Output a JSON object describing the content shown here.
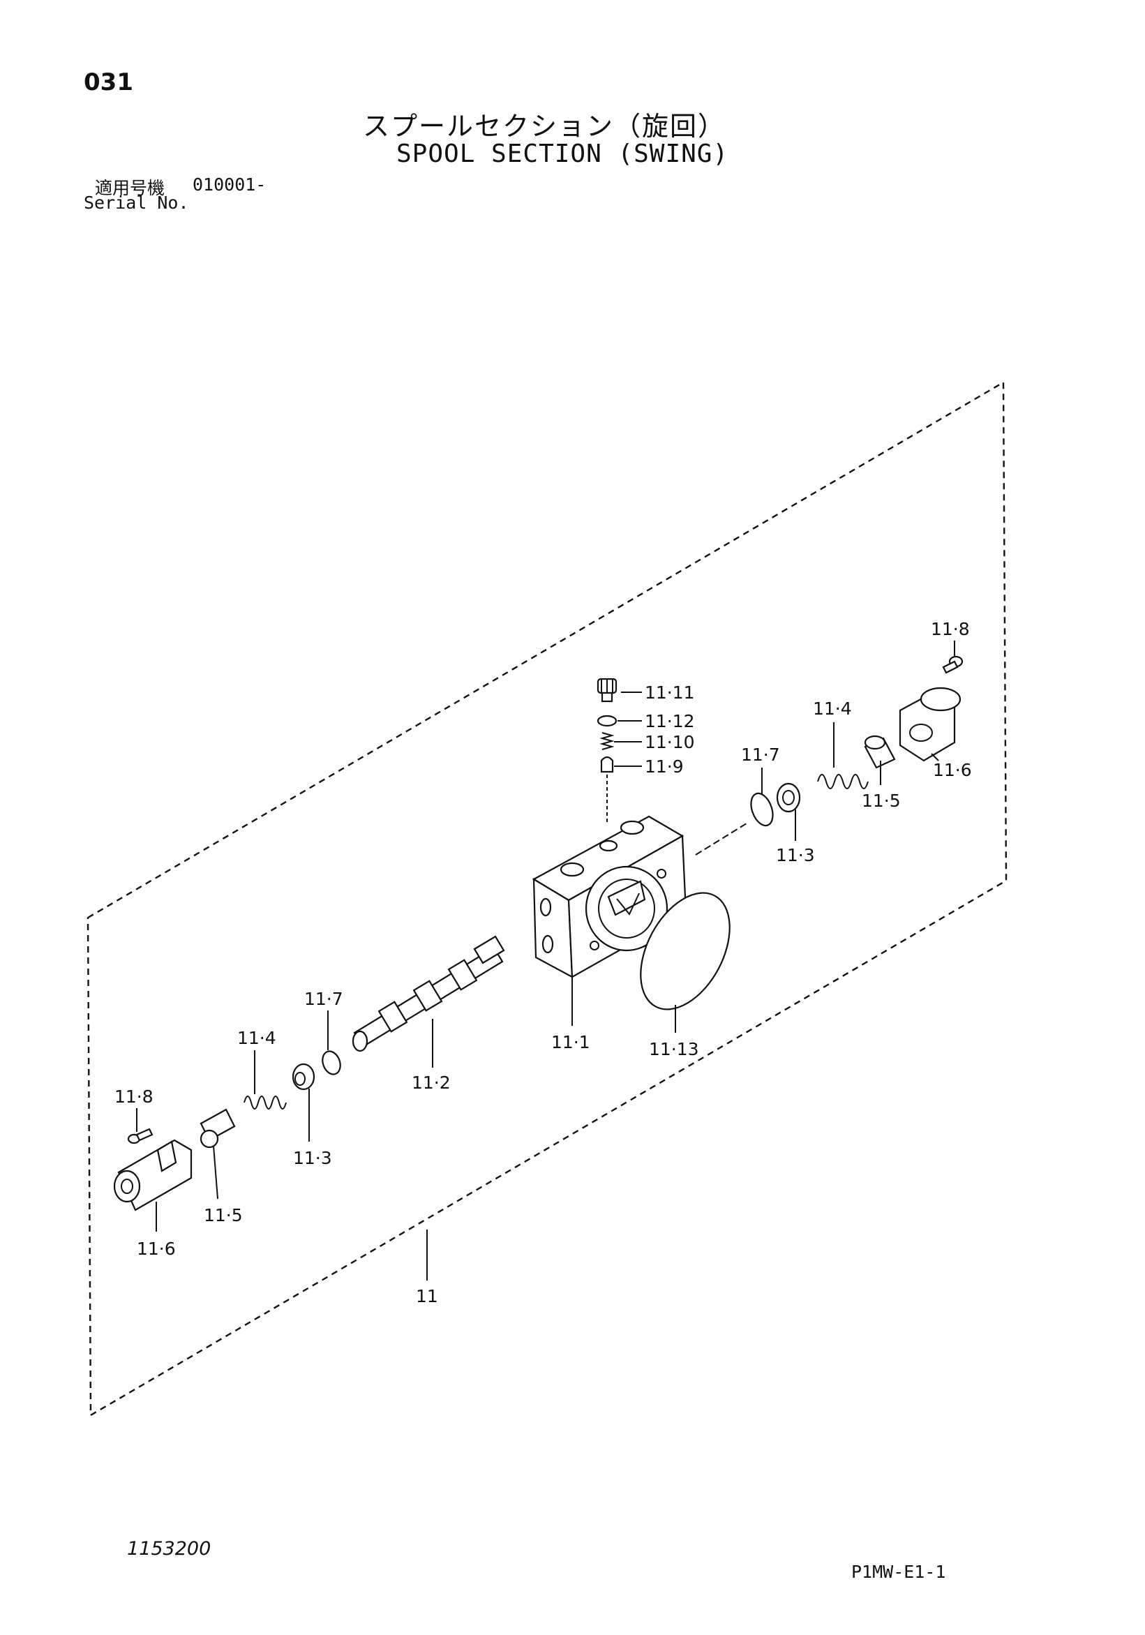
{
  "header": {
    "page_number": "031",
    "title_jp": "スプールセクション（旋回）",
    "title_en": "SPOOL SECTION (SWING)",
    "serial_label_jp": "適用号機",
    "serial_value": "010001-",
    "serial_label_en": "Serial No."
  },
  "footer": {
    "drawing_number": "1153200",
    "sheet_code": "P1MW-E1-1"
  },
  "callouts": {
    "c11": "11",
    "c11_1": "11·1",
    "c11_2": "11·2",
    "c11_3_left": "11·3",
    "c11_3_right": "11·3",
    "c11_4_left": "11·4",
    "c11_4_right": "11·4",
    "c11_5_left": "11·5",
    "c11_5_right": "11·5",
    "c11_6_left": "11·6",
    "c11_6_right": "11·6",
    "c11_7_left": "11·7",
    "c11_7_right": "11·7",
    "c11_8_left": "11·8",
    "c11_8_right": "11·8",
    "c11_9": "11·9",
    "c11_10": "11·10",
    "c11_11": "11·11",
    "c11_12": "11·12",
    "c11_13": "11·13"
  }
}
